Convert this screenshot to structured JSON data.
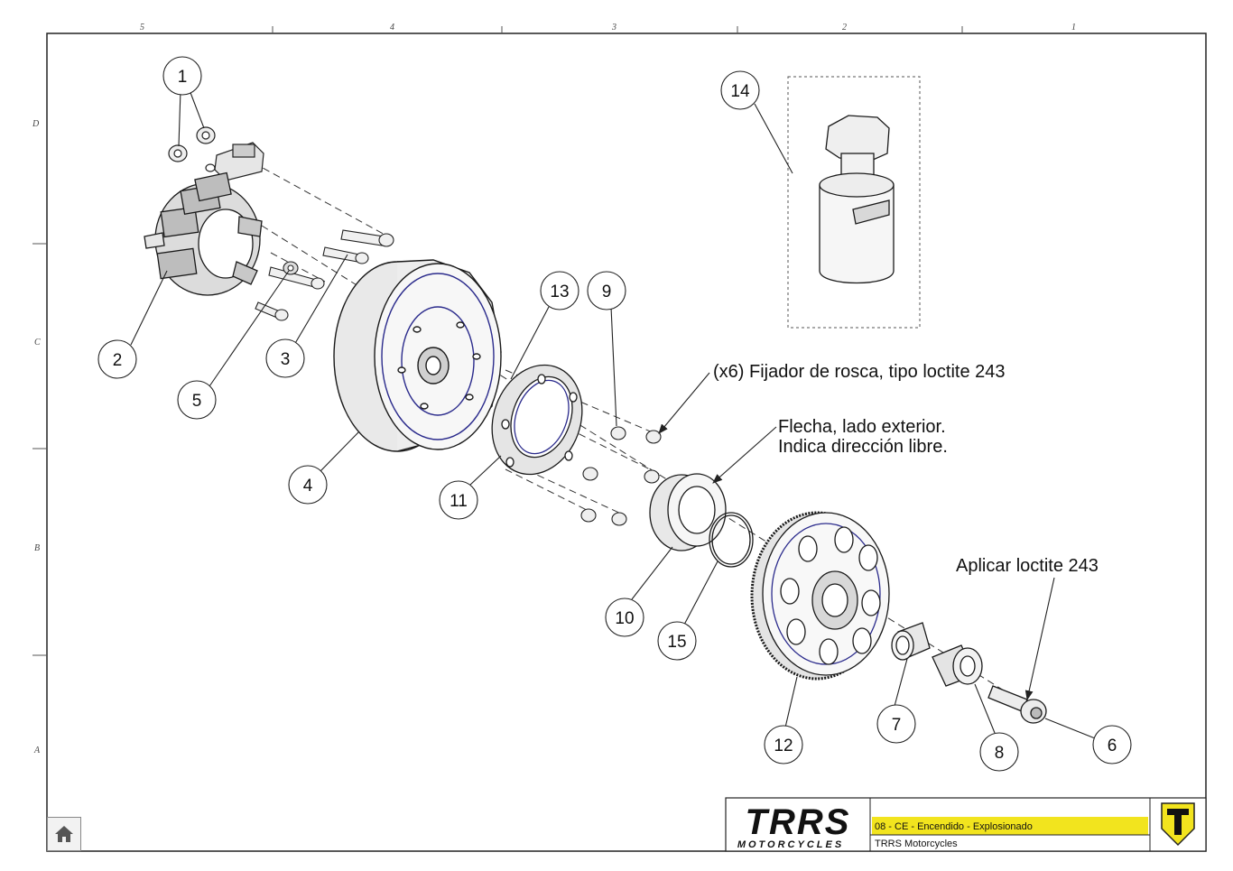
{
  "zones": {
    "columns": [
      "5",
      "4",
      "3",
      "2",
      "1"
    ],
    "rows": [
      "D",
      "C",
      "B",
      "A"
    ]
  },
  "callouts": [
    "1",
    "2",
    "3",
    "4",
    "5",
    "6",
    "7",
    "8",
    "9",
    "10",
    "11",
    "12",
    "13",
    "14",
    "15"
  ],
  "notes": {
    "loctite_x6": "(x6) Fijador de rosca, tipo loctite 243",
    "arrow_line1": "Flecha, lado exterior.",
    "arrow_line2": "Indica dirección libre.",
    "apply_loctite": "Aplicar  loctite 243"
  },
  "title_block": {
    "logo_text": "TRRS",
    "logo_sub": "MOTORCYCLES",
    "drawing_title": "08 - CE - Encendido - Explosionado",
    "company": "TRRS Motorcycles",
    "accent_color": "#f2e41e"
  },
  "nav": {
    "home_icon": "home-icon"
  }
}
